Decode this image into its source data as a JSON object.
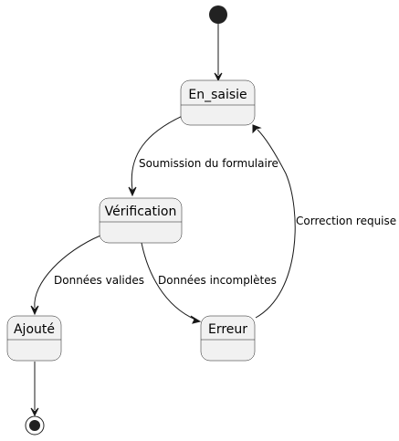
{
  "diagram": {
    "type": "state-machine",
    "states": [
      {
        "id": "en_saisie",
        "label": "En_saisie"
      },
      {
        "id": "verification",
        "label": "Vérification"
      },
      {
        "id": "ajoute",
        "label": "Ajouté"
      },
      {
        "id": "erreur",
        "label": "Erreur"
      }
    ],
    "transitions": [
      {
        "from": "start",
        "to": "en_saisie",
        "label": ""
      },
      {
        "from": "en_saisie",
        "to": "verification",
        "label": "Soumission du formulaire"
      },
      {
        "from": "verification",
        "to": "ajoute",
        "label": "Données valides"
      },
      {
        "from": "verification",
        "to": "erreur",
        "label": "Données incomplètes"
      },
      {
        "from": "erreur",
        "to": "en_saisie",
        "label": "Correction requise"
      },
      {
        "from": "ajoute",
        "to": "end",
        "label": ""
      }
    ],
    "colors": {
      "state_fill": "#f1f1f1",
      "line": "#181818"
    }
  }
}
